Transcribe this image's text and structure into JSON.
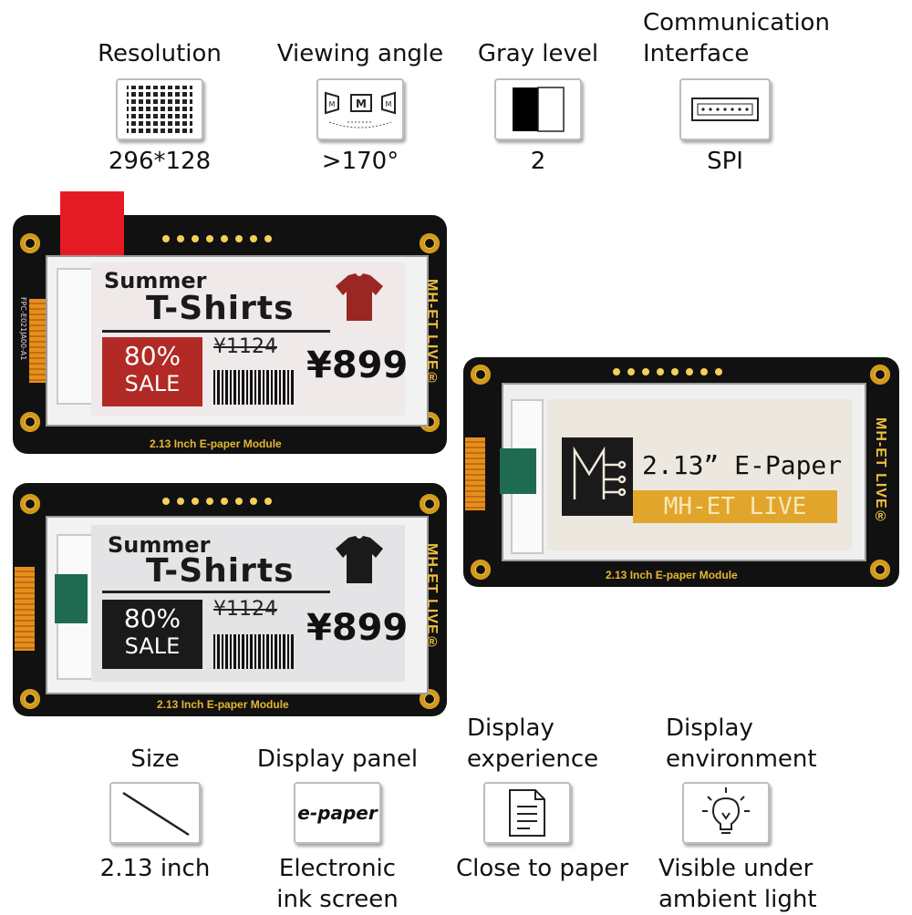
{
  "specs_top": [
    {
      "label": "Resolution",
      "value": "296*128",
      "icon": "dot-grid-icon"
    },
    {
      "label": "Viewing angle",
      "value": ">170°",
      "icon": "viewing-angle-icon"
    },
    {
      "label": "Gray level",
      "value": "2",
      "icon": "gray-level-icon"
    },
    {
      "label_line1": "Communication",
      "label_line2": "Interface",
      "value": "SPI",
      "icon": "connector-icon"
    }
  ],
  "specs_bottom": [
    {
      "label": "Size",
      "value": "2.13 inch",
      "icon": "diagonal-size-icon"
    },
    {
      "label": "Display panel",
      "value_line1": "Electronic",
      "value_line2": "ink screen",
      "icon": "e-paper-icon",
      "icon_text": "e-paper"
    },
    {
      "label_line1": "Display",
      "label_line2": "experience",
      "value": "Close to paper",
      "icon": "document-icon"
    },
    {
      "label_line1": "Display",
      "label_line2": "environment",
      "value_line1": "Visible under",
      "value_line2": "ambient light",
      "icon": "lightbulb-icon"
    }
  ],
  "angle_icon_letters": {
    "left": "M",
    "center": "M",
    "right": "M"
  },
  "module": {
    "brand": "MH-ET LIVE",
    "reg": "®",
    "board_label": "2.13 Inch E-paper Module",
    "fpc_label": "FPC-E021JA00-A1",
    "headline1": "Summer",
    "headline2": "T-Shirts",
    "discount": "80%",
    "sale": "SALE",
    "old_price": "¥1124",
    "new_price": "¥899",
    "epaper_title": "2.13” E-Paper",
    "epaper_brand": "MH-ET LIVE"
  },
  "colors": {
    "red_accent": "#b12a26",
    "gold_accent": "#e2a52b",
    "board_black": "#111111",
    "hole_gold": "#f3c447"
  }
}
